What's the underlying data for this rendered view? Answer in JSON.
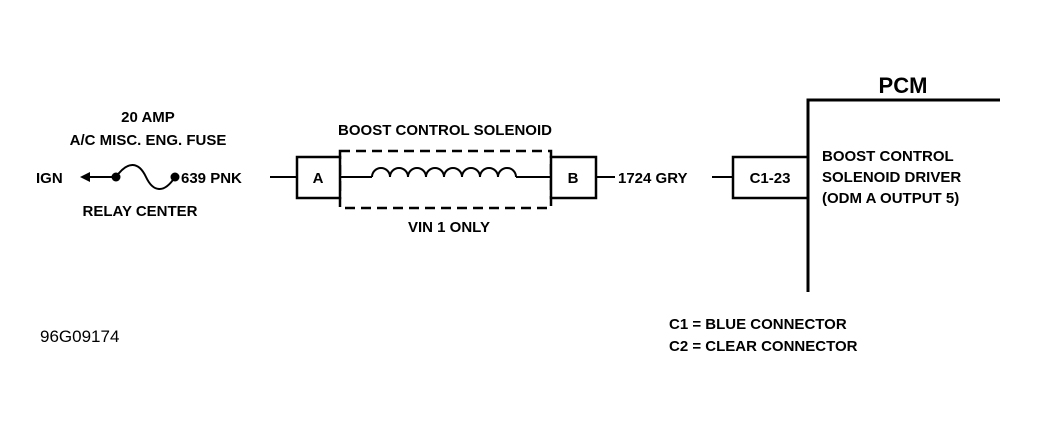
{
  "fuse": {
    "rating": "20 AMP",
    "name": "A/C MISC. ENG. FUSE",
    "location": "RELAY CENTER",
    "source": "IGN"
  },
  "wire_a": "639 PNK",
  "solenoid": {
    "title": "BOOST CONTROL SOLENOID",
    "pin_a": "A",
    "pin_b": "B",
    "note": "VIN 1 ONLY"
  },
  "wire_b": "1724 GRY",
  "connector": "C1-23",
  "pcm": {
    "title": "PCM",
    "driver_line1": "BOOST CONTROL",
    "driver_line2": "SOLENOID DRIVER",
    "driver_line3": "(ODM A OUTPUT 5)"
  },
  "legend": {
    "c1": "C1 = BLUE CONNECTOR",
    "c2": "C2 = CLEAR CONNECTOR"
  },
  "figure_id": "96G09174"
}
